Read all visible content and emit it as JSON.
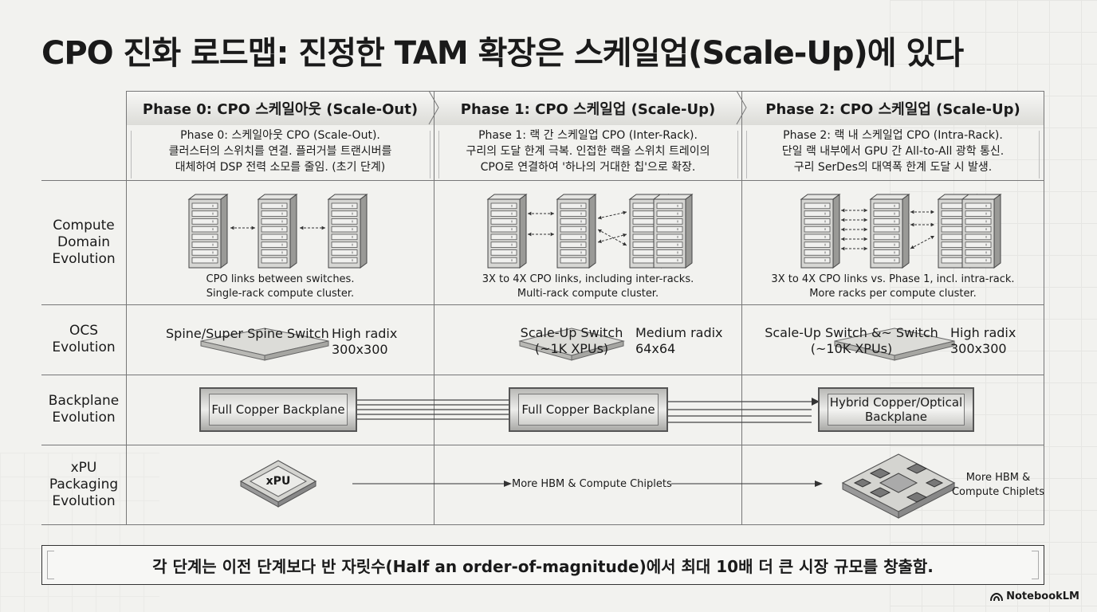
{
  "title": "CPO 진화 로드맵: 진정한 TAM 확장은 스케일업(Scale-Up)에 있다",
  "phases": [
    {
      "header": "Phase 0: CPO 스케일아웃 (Scale-Out)",
      "desc": [
        "Phase 0: 스케일아웃 CPO (Scale-Out).",
        "클러스터의 스위치를 연결. 플러거블 트랜시버를",
        "대체하여 DSP 전력 소모를 줄임. (초기 단계)"
      ],
      "compute_caption": [
        "CPO links between switches.",
        "Single-rack compute cluster."
      ],
      "ocs_name": [
        "Spine/Super Spine Switch"
      ],
      "ocs_meta": [
        "High radix",
        "300x300"
      ],
      "backplane": [
        "Full Copper Backplane"
      ],
      "xpu_label": [
        "xPU"
      ]
    },
    {
      "header": "Phase 1: CPO 스케일업 (Scale-Up)",
      "desc": [
        "Phase 1: 랙 간 스케일업 CPO (Inter-Rack).",
        "구리의 도달 한계 극복. 인접한 랙을 스위치 트레이의",
        "CPO로 연결하여 '하나의 거대한 칩'으로 확장."
      ],
      "compute_caption": [
        "3X to 4X CPO links, including inter-racks.",
        "Multi-rack compute cluster."
      ],
      "ocs_name": [
        "Scale-Up Switch",
        "(~1K XPUs)"
      ],
      "ocs_meta": [
        "Medium radix",
        "64x64"
      ],
      "backplane": [
        "Full Copper Backplane"
      ],
      "xpu_label": [
        "More HBM & Compute Chiplets"
      ]
    },
    {
      "header": "Phase 2: CPO 스케일업 (Scale-Up)",
      "desc": [
        "Phase 2: 랙 내 스케일업 CPO (Intra-Rack).",
        "단일 랙 내부에서 GPU 간 All-to-All 광학 통신.",
        "구리 SerDes의 대역폭 한계 도달 시 발생."
      ],
      "compute_caption": [
        "3X to 4X CPO links vs. Phase 1, incl. intra-rack.",
        "More racks per compute cluster."
      ],
      "ocs_name": [
        "Scale-Up Switch &~ Switch",
        "(~10K XPUs)"
      ],
      "ocs_meta": [
        "High radix",
        "300x300"
      ],
      "backplane": [
        "Hybrid Copper/Optical",
        "Backplane"
      ],
      "xpu_label": [
        "More HBM &",
        "Compute Chiplets"
      ]
    }
  ],
  "row_labels": {
    "compute": [
      "Compute",
      "Domain",
      "Evolution"
    ],
    "ocs": [
      "OCS",
      "Evolution"
    ],
    "backplane": [
      "Backplane",
      "Evolution"
    ],
    "xpu": [
      "xPU",
      "Packaging",
      "Evolution"
    ]
  },
  "footer": "각 단계는 이전 단계보다 반 자릿수(Half an order-of-magnitude)에서 최대 10배 더 큰 시장 규모를 창출함.",
  "brand": "NotebookLM",
  "icons": [
    "server-rack-icon",
    "switch-chip-icon",
    "xpu-chip-icon",
    "arrow-right-icon",
    "notebooklm-logo-icon"
  ],
  "colors": {
    "background": "#f2f2ef",
    "line": "#777777",
    "text": "#1a1a1a"
  }
}
